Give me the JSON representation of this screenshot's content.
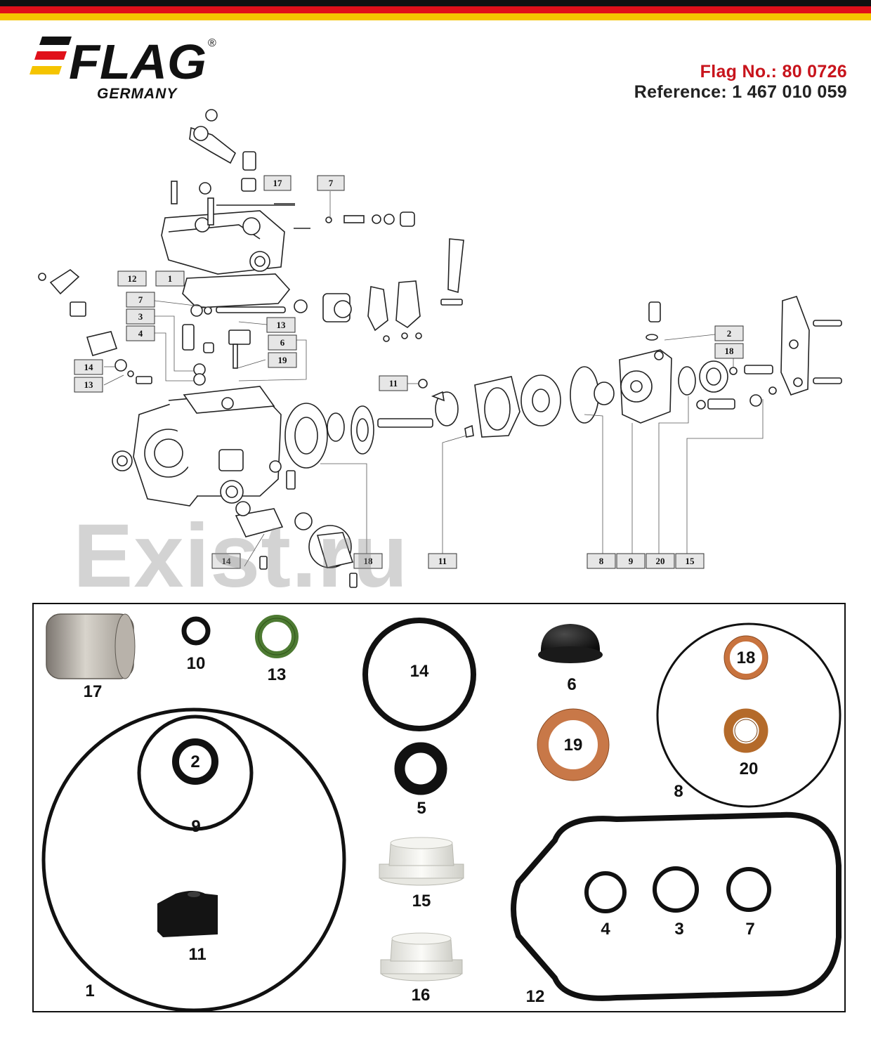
{
  "brand": {
    "name": "FLAG",
    "country": "GERMANY",
    "registered": "®",
    "colors": {
      "black": "#111111",
      "red": "#e0101a",
      "gold": "#f5c400"
    }
  },
  "header": {
    "flag_no_label": "Flag No.: 80 0726",
    "flag_no_color": "#c8141c",
    "reference_label": "Reference: 1 467 010 059"
  },
  "watermark": "Exist.ru",
  "callouts": [
    "17",
    "7",
    "12",
    "1",
    "7",
    "3",
    "4",
    "13",
    "6",
    "19",
    "14",
    "13",
    "11",
    "2",
    "18",
    "14",
    "18",
    "11",
    "8",
    "9",
    "20",
    "15"
  ],
  "parts": [
    "17",
    "10",
    "13",
    "14",
    "6",
    "18",
    "2",
    "9",
    "5",
    "19",
    "20",
    "8",
    "1",
    "11",
    "15",
    "16",
    "4",
    "3",
    "7",
    "12"
  ]
}
